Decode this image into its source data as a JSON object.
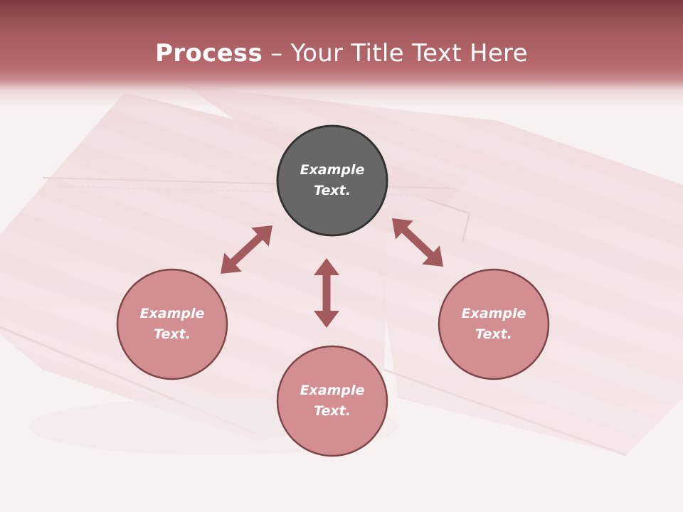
{
  "title": {
    "strong": "Process",
    "separator": " – ",
    "rest": "Your Title Text Here"
  },
  "nodes": [
    {
      "id": "center",
      "line1": "Example",
      "line2": "Text.",
      "fill": "#676767"
    },
    {
      "id": "left",
      "line1": "Example",
      "line2": "Text.",
      "fill": "#d38e92"
    },
    {
      "id": "right",
      "line1": "Example",
      "line2": "Text.",
      "fill": "#d38e92"
    },
    {
      "id": "bottom",
      "line1": "Example",
      "line2": "Text.",
      "fill": "#d38e92"
    }
  ],
  "colors": {
    "header": "#a45a5e",
    "arrow": "#a35a5d",
    "node_stroke": "#7d4548",
    "center_stroke": "#333333"
  }
}
